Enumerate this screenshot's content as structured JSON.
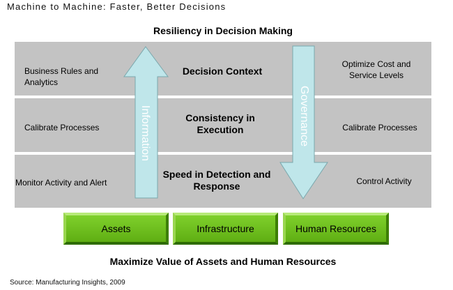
{
  "header": {
    "title": "Machine to Machine: Faster, Better Decisions"
  },
  "diagram": {
    "top_heading": "Resiliency in Decision Making",
    "rows": [
      {
        "left": "Business Rules and Analytics",
        "center": "Decision Context",
        "right": "Optimize Cost and Service Levels"
      },
      {
        "left": "Calibrate Processes",
        "center": "Consistency in Execution",
        "right": "Calibrate Processes"
      },
      {
        "left": "Monitor Activity and Alert",
        "center": "Speed in Detection and Response",
        "right": "Control Activity"
      }
    ],
    "up_arrow_label": "Information",
    "down_arrow_label": "Governance",
    "boxes": [
      "Assets",
      "Infrastructure",
      "Human Resources"
    ],
    "bottom_heading": "Maximize Value of Assets and Human Resources",
    "colors": {
      "band": "#c3c3c3",
      "arrow_fill": "#bfe6ea",
      "arrow_stroke": "#7aa8ad",
      "box_green": "#6cc11f"
    }
  },
  "footer": {
    "source": "Source: Manufacturing Insights, 2009"
  }
}
